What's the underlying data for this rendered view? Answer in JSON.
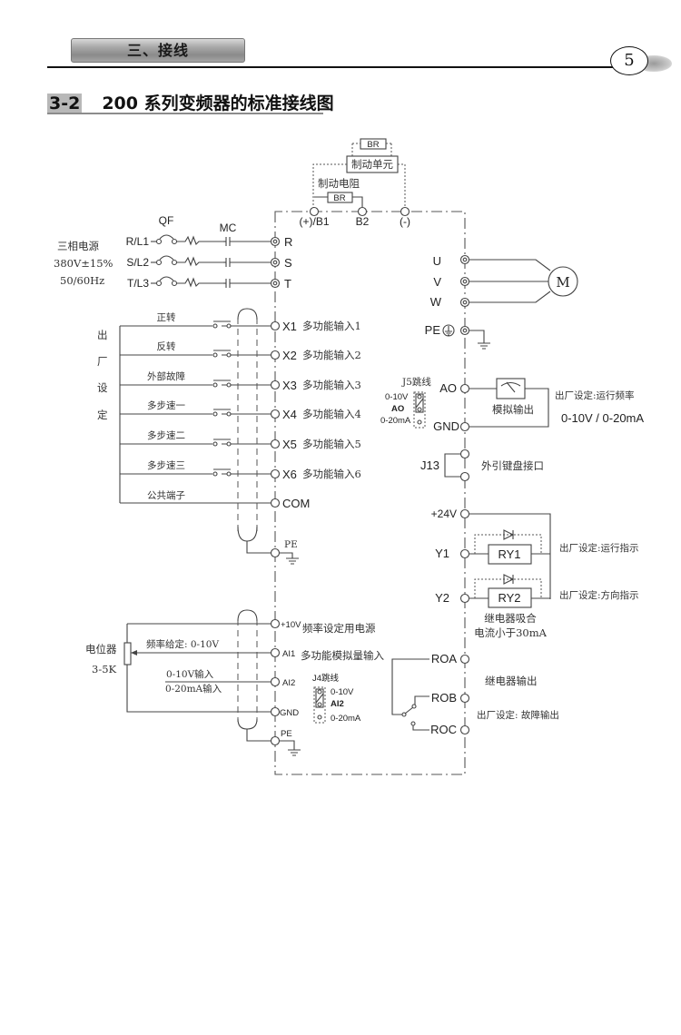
{
  "header": {
    "chapter_tab": "三、接线",
    "page_number": "5"
  },
  "section": {
    "number": "3-2",
    "title": "200 系列变频器的标准接线图"
  },
  "braking": {
    "br_top": "BR",
    "brake_unit": "制动单元",
    "brake_resistor_label": "制动电阻",
    "br_bottom": "BR",
    "terminals": [
      "(+)/B1",
      "B2",
      "(-)"
    ]
  },
  "power_input": {
    "source_label": "三相电源",
    "voltage": "380V±15%",
    "frequency": "50/60Hz",
    "breaker": "QF",
    "contactor": "MC",
    "lines": [
      {
        "line": "R/L1",
        "terminal": "R"
      },
      {
        "line": "S/L2",
        "terminal": "S"
      },
      {
        "line": "T/L3",
        "terminal": "T"
      }
    ]
  },
  "motor_output": {
    "terminals": [
      "U",
      "V",
      "W"
    ],
    "motor": "M",
    "pe": "PE"
  },
  "digital_inputs": {
    "factory_setting_vertical": [
      "出",
      "厂",
      "设",
      "定"
    ],
    "items": [
      {
        "function": "正转",
        "terminal": "X1",
        "desc": "多功能输入1"
      },
      {
        "function": "反转",
        "terminal": "X2",
        "desc": "多功能输入2"
      },
      {
        "function": "外部故障",
        "terminal": "X3",
        "desc": "多功能输入3"
      },
      {
        "function": "多步速一",
        "terminal": "X4",
        "desc": "多功能输入4"
      },
      {
        "function": "多步速二",
        "terminal": "X5",
        "desc": "多功能输入5"
      },
      {
        "function": "多步速三",
        "terminal": "X6",
        "desc": "多功能输入6"
      }
    ],
    "common_label": "公共端子",
    "common_terminal": "COM",
    "pe": "PE"
  },
  "analog_output": {
    "jumper_title": "J5跳线",
    "jumper_opt1": "0-10V",
    "jumper_name": "AO",
    "jumper_opt2": "0-20mA",
    "terminal_ao": "AO",
    "terminal_gnd": "GND",
    "meter_label": "模拟输出",
    "factory_setting": "出厂设定:运行频率",
    "range": "0-10V / 0-20mA"
  },
  "keypad": {
    "connector": "J13",
    "label": "外引键盘接口"
  },
  "relay_outputs": {
    "supply": "+24V",
    "items": [
      {
        "terminal": "Y1",
        "relay": "RY1",
        "factory_setting": "出厂设定:运行指示"
      },
      {
        "terminal": "Y2",
        "relay": "RY2",
        "factory_setting": "出厂设定:方向指示"
      }
    ],
    "note_line1": "继电器吸合",
    "note_line2": "电流小于30mA"
  },
  "analog_inputs": {
    "pot_label": "电位器",
    "pot_range": "3-5K",
    "freq_setting": "频率给定: 0-10V",
    "ai2_line1": "0-10V输入",
    "ai2_line2": "0-20mA输入",
    "terminal_10v": "+10V",
    "desc_10v": "频率设定用电源",
    "terminal_ai1": "AI1",
    "desc_ai1": "多功能模拟量输入",
    "terminal_ai2": "AI2",
    "terminal_gnd": "GND",
    "pe": "PE",
    "jumper_title": "J4跳线",
    "jumper_opt1": "0-10V",
    "jumper_name": "AI2",
    "jumper_opt2": "0-20mA"
  },
  "fault_relay": {
    "terminals": [
      "ROA",
      "ROB",
      "ROC"
    ],
    "label": "继电器输出",
    "factory_setting": "出厂设定: 故障输出"
  }
}
